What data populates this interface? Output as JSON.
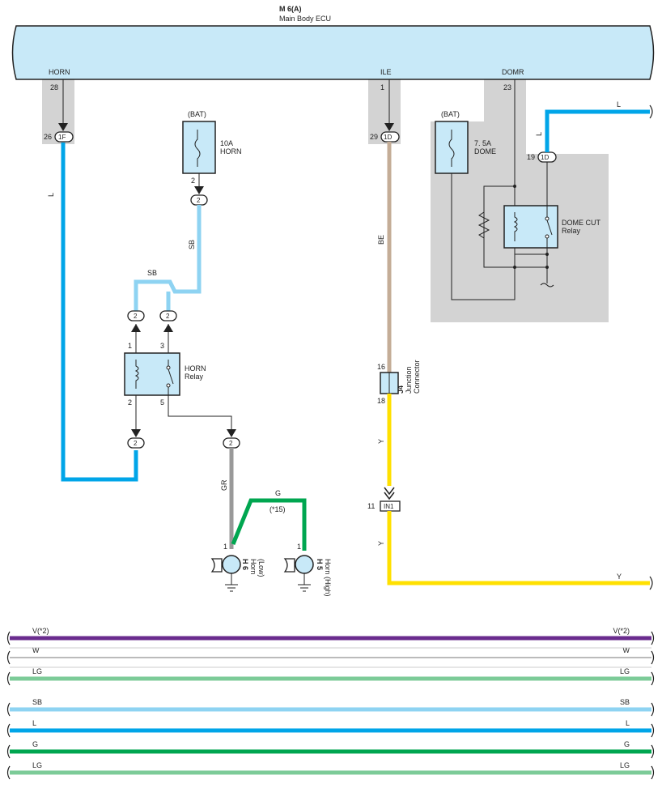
{
  "ecu": {
    "code": "M 6(A)",
    "name": "Main Body ECU"
  },
  "pins": {
    "horn_name": "HORN",
    "horn_no": "28",
    "ile_name": "ILE",
    "ile_no": "1",
    "domr_name": "DOMR",
    "domr_no": "23"
  },
  "connectors": {
    "c1f": "1F",
    "c1f_pin": "26",
    "c1d_a": "1D",
    "c1d_a_pin": "29",
    "c1d_b": "1D",
    "c1d_b_pin": "19",
    "pin2": "2",
    "in1": "IN1",
    "in1_pin": "11",
    "j4_pin_top": "16",
    "j4_pin_bottom": "18"
  },
  "fuse_horn": {
    "source": "(BAT)",
    "rating": "10A",
    "name": "HORN",
    "pin": "2"
  },
  "fuse_dome": {
    "source": "(BAT)",
    "rating": "7. 5A",
    "name": "DOME"
  },
  "horn_relay": {
    "name": "HORN",
    "sub": "Relay",
    "p1": "1",
    "p2": "2",
    "p3": "3",
    "p5": "5"
  },
  "dome_relay": {
    "name": "DOME CUT",
    "sub": "Relay"
  },
  "junction": {
    "code": "J4",
    "name": "Junction",
    "sub": "Connector"
  },
  "horn_low": {
    "code": "H 6",
    "name": "Horn",
    "sub": "(Low)",
    "pin": "1"
  },
  "horn_high": {
    "code": "H 5",
    "name": "Horn (High)",
    "pin": "1"
  },
  "wires": {
    "L": "L",
    "SB": "SB",
    "BE": "BE",
    "Y": "Y",
    "GR": "GR",
    "G": "G",
    "note15": "(*15)"
  },
  "bus_lines": [
    {
      "left": "V(*2)",
      "right": "V(*2)",
      "color": "#6a2c8e"
    },
    {
      "left": "W",
      "right": "W",
      "color": "#777777"
    },
    {
      "left": "LG",
      "right": "LG",
      "color": "#7ccb98"
    },
    {
      "left": "SB",
      "right": "SB",
      "color": "#8ed3f2"
    },
    {
      "left": "L",
      "right": "L",
      "color": "#00a5e8"
    },
    {
      "left": "G",
      "right": "G",
      "color": "#00a650"
    },
    {
      "left": "LG",
      "right": "LG",
      "color": "#7ccb98"
    }
  ],
  "colors": {
    "ecu_fill": "#c8e9f8",
    "shade": "#d3d3d3",
    "L": "#00a5e8",
    "SB": "#8ed3f2",
    "BE": "#c4ad97",
    "Y": "#ffe000",
    "GR": "#999999",
    "G": "#00a650"
  }
}
